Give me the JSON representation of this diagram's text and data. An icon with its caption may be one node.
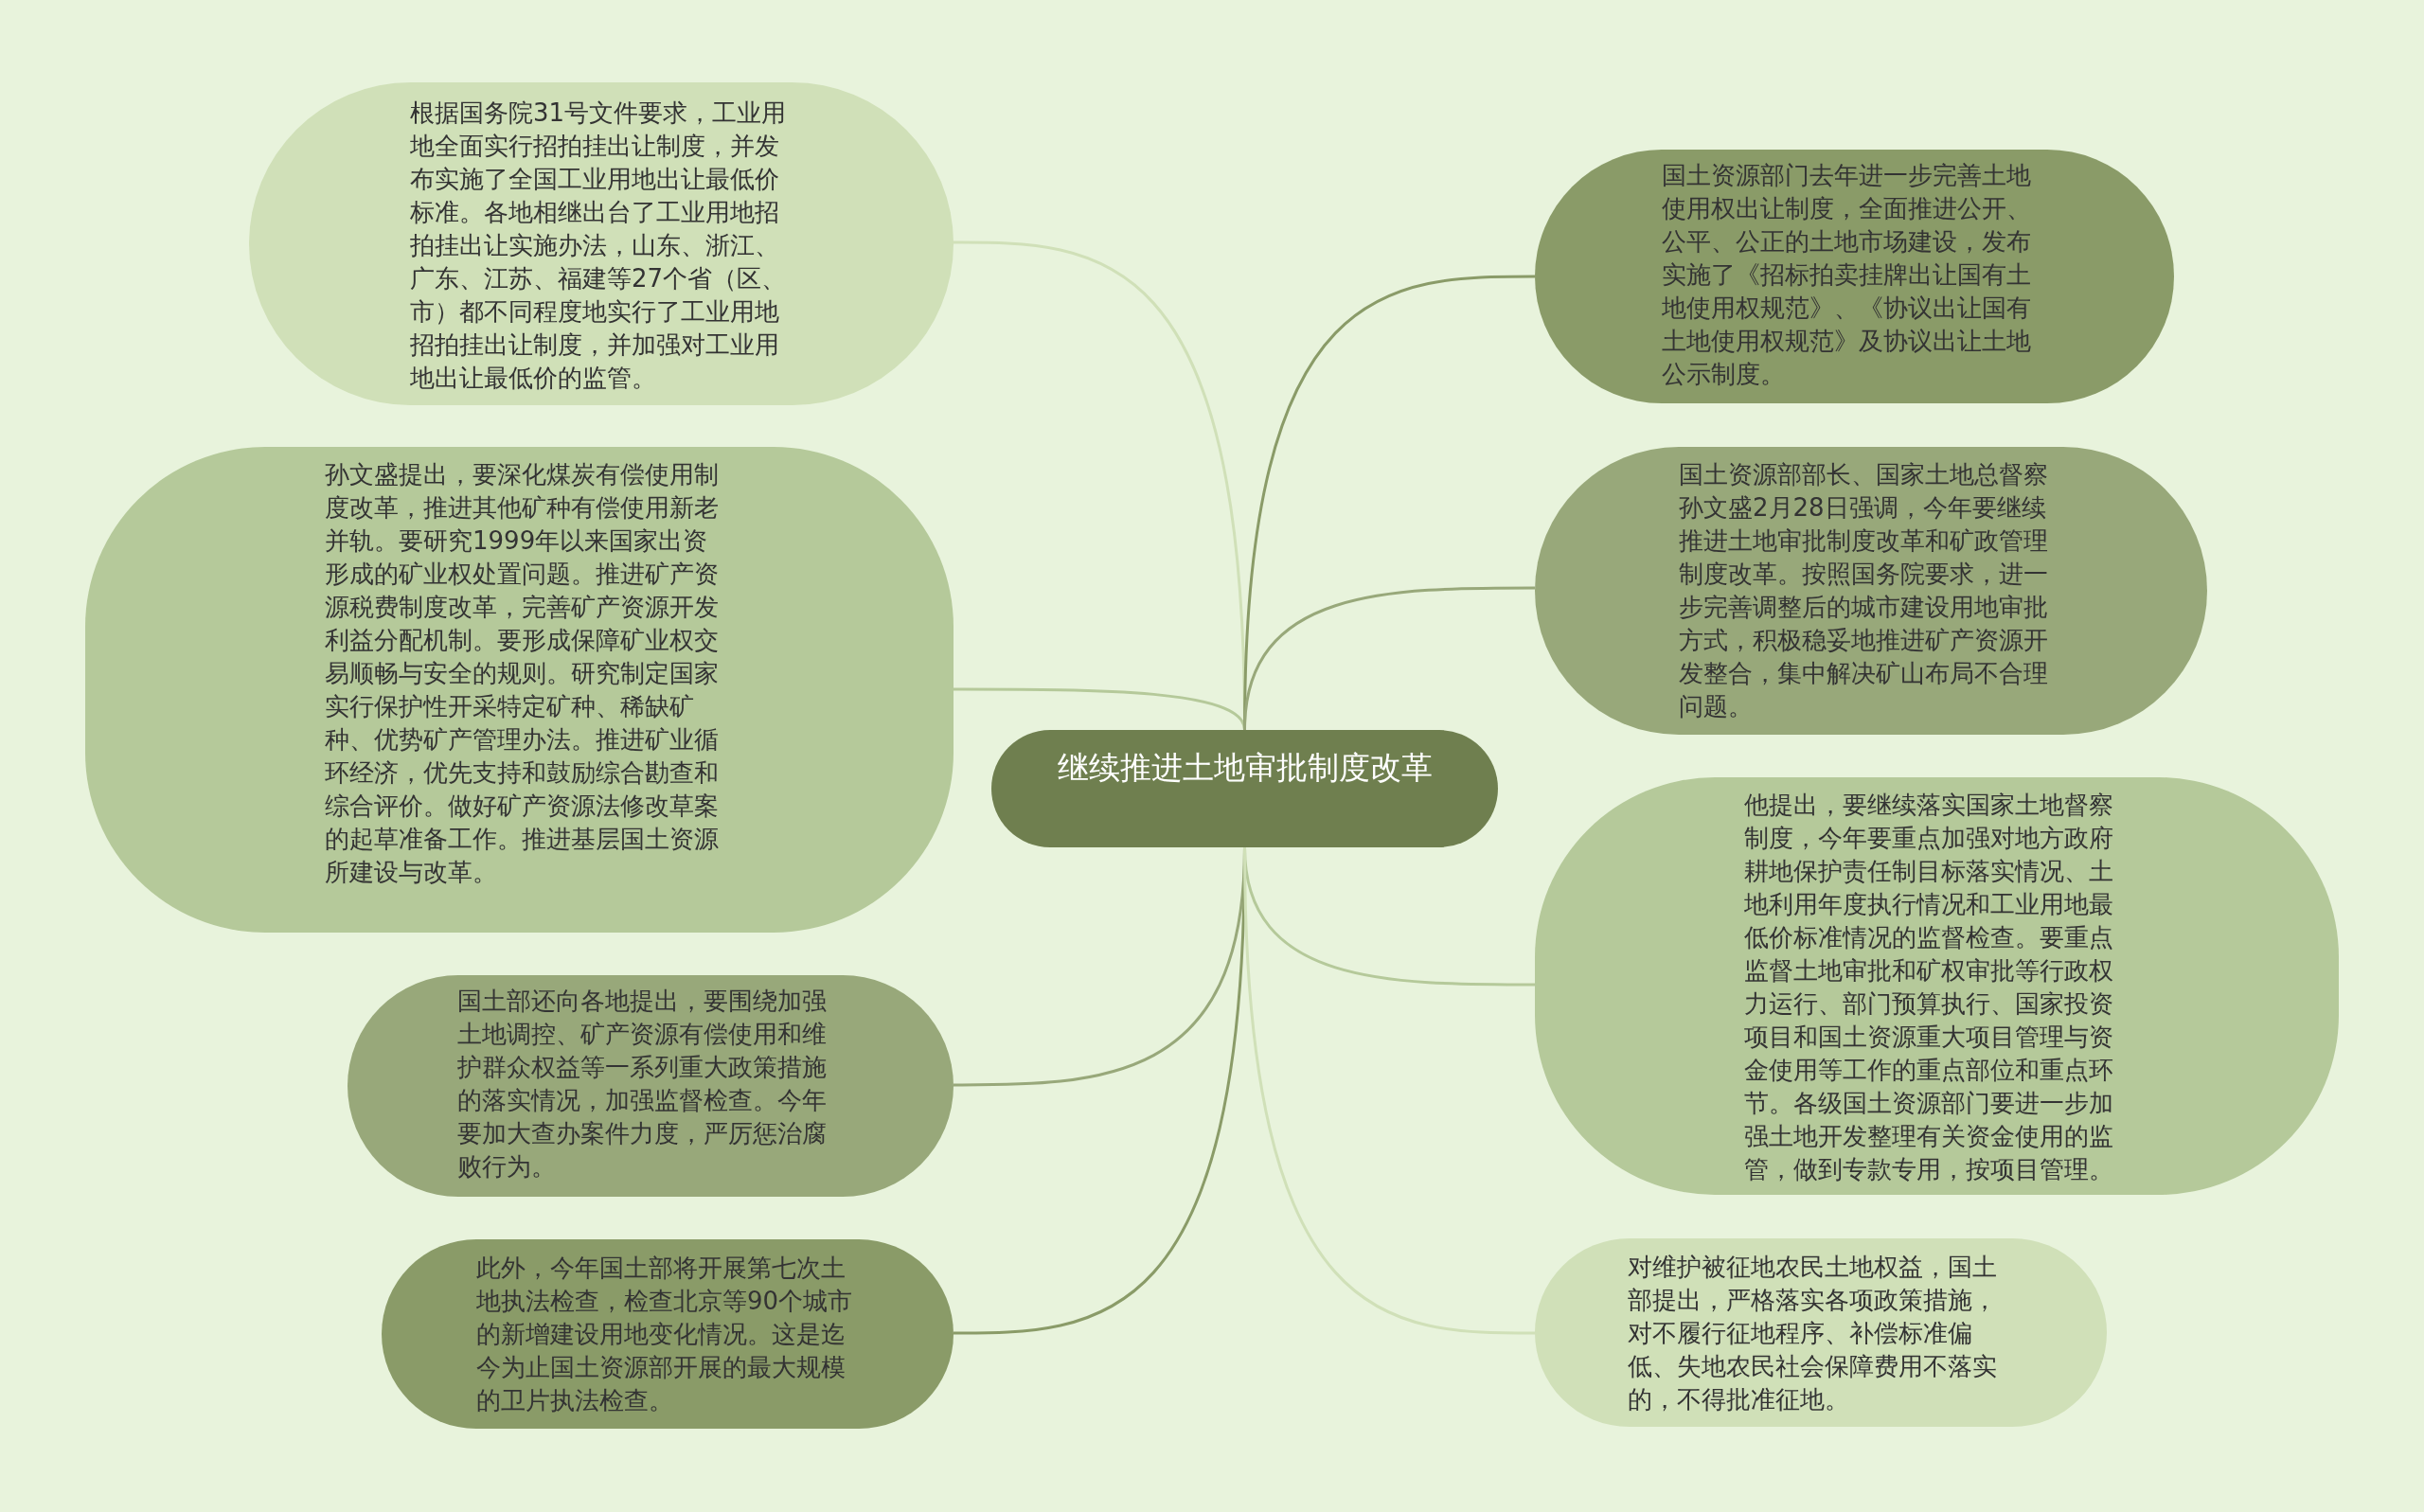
{
  "diagram": {
    "nodes": [
      {
        "text": [
          "继续推进土地审批制度改革"
        ]
      },
      {
        "text": [
          "根据国务院31号文件要求，工业用地全面实行招拍挂出让制度，并发布实施了全国工业用地出让最低价标准。各地相继出台了工业用地招拍挂出让实施办法，山东、浙江、广东、江苏、福建等27个省（区、市）都不同程度地实行了工业用地招拍挂出让制度，并加强对工业用地出让最低价的监管。"
        ]
      },
      {
        "text": [
          "孙文盛提出，要深化煤炭有偿使用制度改革，推进其他矿种有偿使用新老并轨。要研究1999年以来国家出资形成的矿业权处置问题。推进矿产资源税费制度改革，完善矿产资源开发利益分配机制。要形成保障矿业权交易顺畅与安全的规则。研究制定国家实行保护性开采特定矿种、稀缺矿种、优势矿产管理办法。推进矿业循环经济，优先支持和鼓励综合勘查和综合评价。做好矿产资源法修改草案的起草准备工作。推进基层国土资源所建设与改革。"
        ]
      },
      {
        "text": [
          "国土部还向各地提出，要围绕加强土地调控、矿产资源有偿使用和维护群众权益等一系列重大政策措施的落实情况，加强监督检查。今年要加大查办案件力度，严厉惩治腐败行为。"
        ]
      },
      {
        "text": [
          "此外，今年国土部将开展第七次土地执法检查，检查北京等90个城市的新增建设用地变化情况。这是迄今为止国土资源部开展的最大规模的卫片执法检查。"
        ]
      },
      {
        "text": [
          "国土资源部门去年进一步完善土地使用权出让制度，全面推进公开、公平、公正的土地市场建设，发布实施了《招标拍卖挂牌出让国有土地使用权规范》、《协议出让国有土地使用权规范》及协议出让土地公示制度。"
        ]
      },
      {
        "text": [
          "国土资源部部长、国家土地总督察孙文盛2月28日强调，今年要继续推进土地审批制度改革和矿政管理制度改革。按照国务院要求，进一步完善调整后的城市建设用地审批方式，积极稳妥地推进矿产资源开发整合，集中解决矿山布局不合理问题。"
        ]
      },
      {
        "text": [
          "他提出，要继续落实国家土地督察制度，今年要重点加强对地方政府耕地保护责任制目标落实情况、土地利用年度执行情况和工业用地最低价标准情况的监督检查。要重点监督土地审批和矿权审批等行政权力运行、部门预算执行、国家投资项目和国土资源重大项目管理与资金使用等工作的重点部位和重点环节。各级国土资源部门要进一步加强土地开发整理有关资金使用的监管，做到专款专用，按项目管理。"
        ]
      },
      {
        "text": [
          "对维护被征地农民土地权益，国土部提出，严格落实各项政策措施，对不履行征地程序、补偿标准偏低、失地农民社会保障费用不落实的，不得批准征地。"
        ]
      }
    ],
    "edges": [
      {
        "from": 0,
        "to": 1,
        "arrow": "none",
        "color": "#d0e0b8"
      },
      {
        "from": 0,
        "to": 2,
        "arrow": "none",
        "color": "#b5c99a"
      },
      {
        "from": 0,
        "to": 3,
        "arrow": "none",
        "color": "#98a87a"
      },
      {
        "from": 0,
        "to": 4,
        "arrow": "none",
        "color": "#8a9b68"
      },
      {
        "from": 0,
        "to": 5,
        "arrow": "none",
        "color": "#8a9b68"
      },
      {
        "from": 0,
        "to": 6,
        "arrow": "none",
        "color": "#98a87a"
      },
      {
        "from": 0,
        "to": 7,
        "arrow": "none",
        "color": "#b5c99a"
      },
      {
        "from": 0,
        "to": 8,
        "arrow": "none",
        "color": "#d0e0b8"
      }
    ]
  }
}
